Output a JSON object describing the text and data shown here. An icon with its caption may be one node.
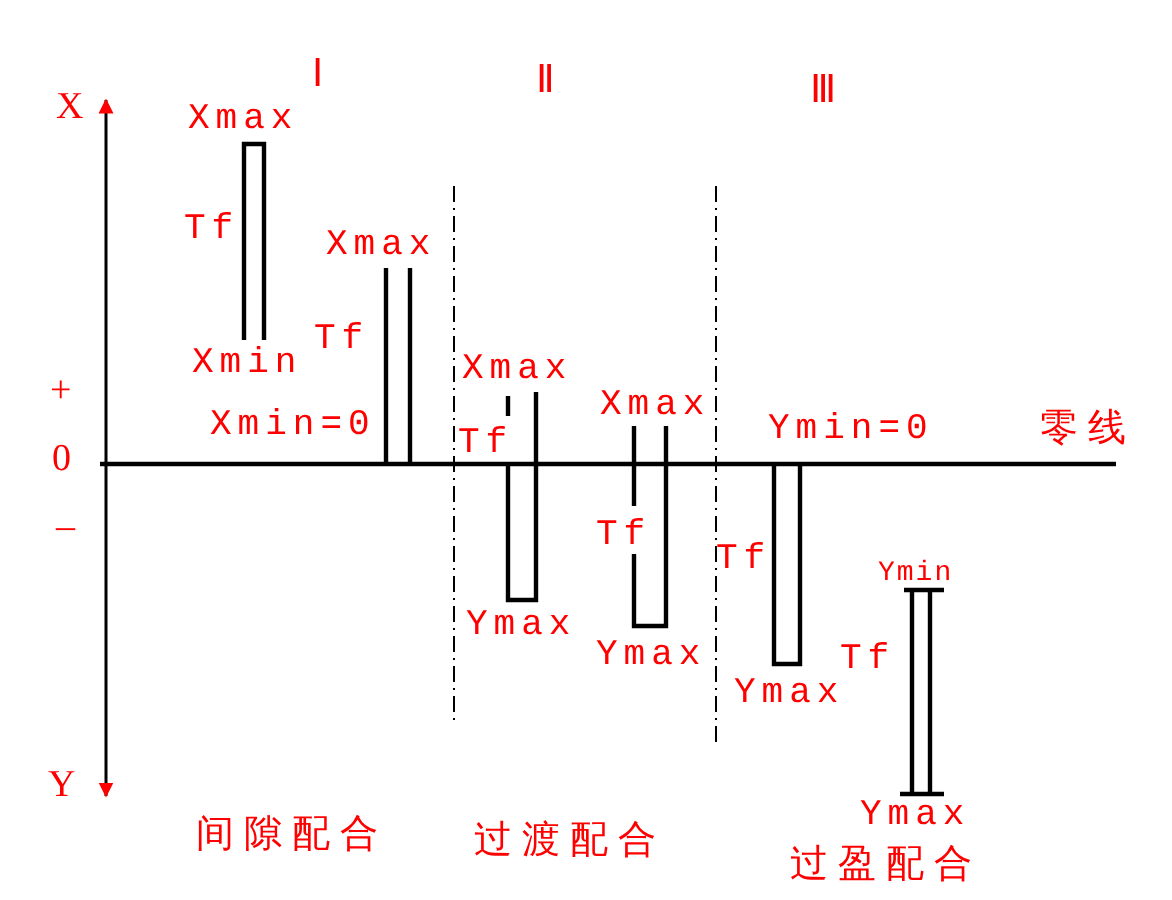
{
  "diagram": {
    "labels": [
      "X",
      "Ⅰ",
      "Ⅱ",
      "Ⅲ",
      "Xmax",
      "Tf",
      "Xmax",
      "Tf",
      "Xmin",
      "Xmax",
      "+",
      "Xmax",
      "Xmin=0",
      "Ymin=0",
      "零线",
      "Tf",
      "0",
      "–",
      "Tf",
      "Tf",
      "Ymin",
      "Ymax",
      "Ymax",
      "Tf",
      "Ymax",
      "Y",
      "Ymax",
      "间隙配合",
      "过渡配合",
      "过盈配合"
    ]
  }
}
